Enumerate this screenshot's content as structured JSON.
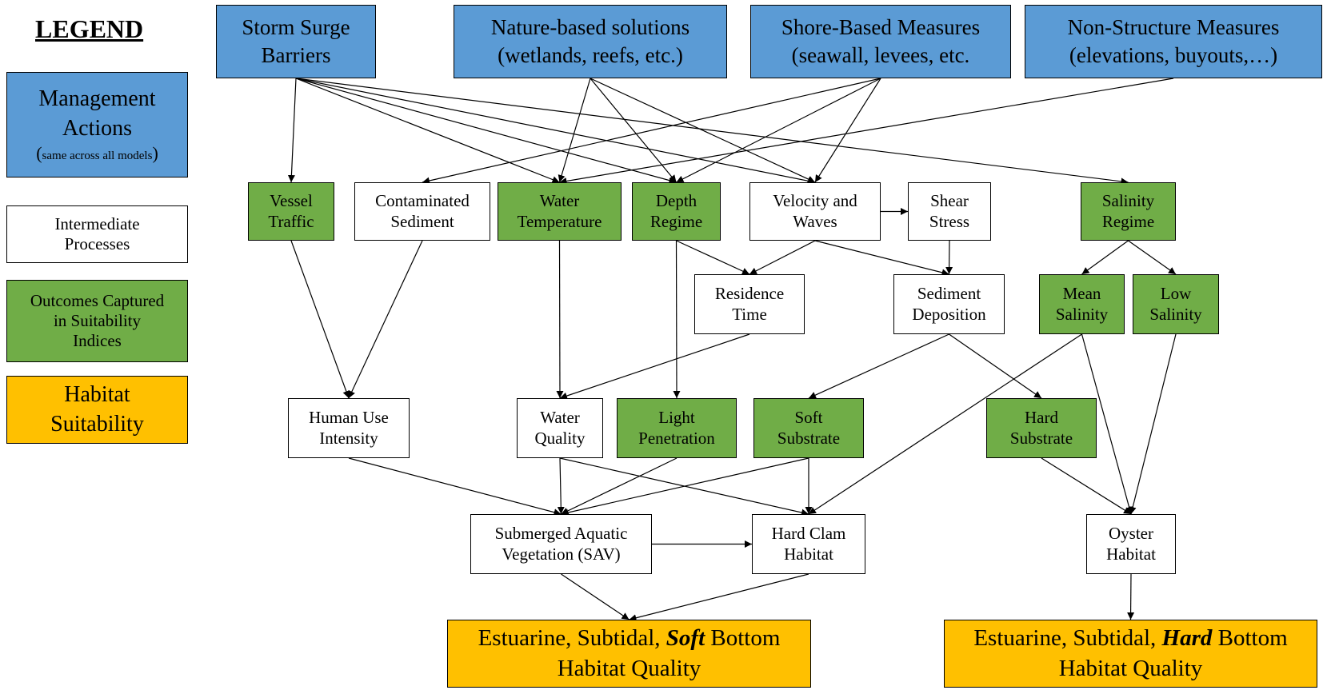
{
  "legend": {
    "title": "LEGEND",
    "management": {
      "line1": "Management",
      "line2": "Actions",
      "open": "(",
      "note": "same across all models",
      "close": ")"
    },
    "intermediate": {
      "line1": "Intermediate",
      "line2": "Processes"
    },
    "outcomes": {
      "line1": "Outcomes Captured",
      "line2": "in Suitability",
      "line3": "Indices"
    },
    "habitat": {
      "line1": "Habitat",
      "line2": "Suitability"
    }
  },
  "colors": {
    "management": "#5b9bd5",
    "outcome": "#70ad47",
    "intermediate": "#ffffff",
    "habitat": "#ffc000"
  },
  "nodes": {
    "storm_surge": [
      "Storm Surge",
      "Barriers"
    ],
    "nature_based": [
      "Nature-based solutions",
      "(wetlands, reefs, etc.)"
    ],
    "shore_based": [
      "Shore-Based Measures",
      "(seawall, levees, etc."
    ],
    "non_structure": [
      "Non-Structure Measures",
      "(elevations, buyouts,…)"
    ],
    "vessel_traffic": [
      "Vessel",
      "Traffic"
    ],
    "contaminated_sediment": [
      "Contaminated",
      "Sediment"
    ],
    "water_temperature": [
      "Water",
      "Temperature"
    ],
    "depth_regime": [
      "Depth",
      "Regime"
    ],
    "velocity_waves": [
      "Velocity and",
      "Waves"
    ],
    "shear_stress": [
      "Shear",
      "Stress"
    ],
    "salinity_regime": [
      "Salinity",
      "Regime"
    ],
    "residence_time": [
      "Residence",
      "Time"
    ],
    "sediment_deposition": [
      "Sediment",
      "Deposition"
    ],
    "mean_salinity": [
      "Mean",
      "Salinity"
    ],
    "low_salinity": [
      "Low",
      "Salinity"
    ],
    "human_use": [
      "Human Use",
      "Intensity"
    ],
    "water_quality": [
      "Water",
      "Quality"
    ],
    "light_penetration": [
      "Light",
      "Penetration"
    ],
    "soft_substrate": [
      "Soft",
      "Substrate"
    ],
    "hard_substrate": [
      "Hard",
      "Substrate"
    ],
    "sav": [
      "Submerged Aquatic",
      "Vegetation (SAV)"
    ],
    "hard_clam": [
      "Hard Clam",
      "Habitat"
    ],
    "oyster": [
      "Oyster",
      "Habitat"
    ]
  },
  "habitats": {
    "soft": {
      "pre": "Estuarine, Subtidal, ",
      "em": "Soft",
      "post": " Bottom",
      "line2": "Habitat Quality"
    },
    "hard": {
      "pre": "Estuarine, Subtidal, ",
      "em": "Hard",
      "post": " Bottom",
      "line2": "Habitat Quality"
    }
  },
  "edges": [
    [
      "storm_surge",
      "vessel_traffic"
    ],
    [
      "storm_surge",
      "water_temperature"
    ],
    [
      "storm_surge",
      "depth_regime"
    ],
    [
      "storm_surge",
      "velocity_waves"
    ],
    [
      "storm_surge",
      "salinity_regime"
    ],
    [
      "nature_based",
      "water_temperature"
    ],
    [
      "nature_based",
      "depth_regime"
    ],
    [
      "nature_based",
      "velocity_waves"
    ],
    [
      "shore_based",
      "contaminated_sediment"
    ],
    [
      "shore_based",
      "depth_regime"
    ],
    [
      "shore_based",
      "velocity_waves"
    ],
    [
      "non_structure",
      "water_temperature"
    ],
    [
      "velocity_waves",
      "shear_stress"
    ],
    [
      "depth_regime",
      "residence_time"
    ],
    [
      "velocity_waves",
      "residence_time"
    ],
    [
      "velocity_waves",
      "sediment_deposition"
    ],
    [
      "shear_stress",
      "sediment_deposition"
    ],
    [
      "salinity_regime",
      "mean_salinity"
    ],
    [
      "salinity_regime",
      "low_salinity"
    ],
    [
      "vessel_traffic",
      "human_use"
    ],
    [
      "contaminated_sediment",
      "human_use"
    ],
    [
      "water_temperature",
      "water_quality"
    ],
    [
      "residence_time",
      "water_quality"
    ],
    [
      "depth_regime",
      "light_penetration"
    ],
    [
      "sediment_deposition",
      "soft_substrate"
    ],
    [
      "sediment_deposition",
      "hard_substrate"
    ],
    [
      "human_use",
      "sav"
    ],
    [
      "water_quality",
      "sav"
    ],
    [
      "light_penetration",
      "sav"
    ],
    [
      "soft_substrate",
      "sav"
    ],
    [
      "water_quality",
      "hard_clam"
    ],
    [
      "soft_substrate",
      "hard_clam"
    ],
    [
      "mean_salinity",
      "hard_clam"
    ],
    [
      "sav",
      "hard_clam"
    ],
    [
      "hard_substrate",
      "oyster"
    ],
    [
      "mean_salinity",
      "oyster"
    ],
    [
      "low_salinity",
      "oyster"
    ],
    [
      "sav",
      "soft"
    ],
    [
      "hard_clam",
      "soft"
    ],
    [
      "oyster",
      "hard"
    ]
  ]
}
